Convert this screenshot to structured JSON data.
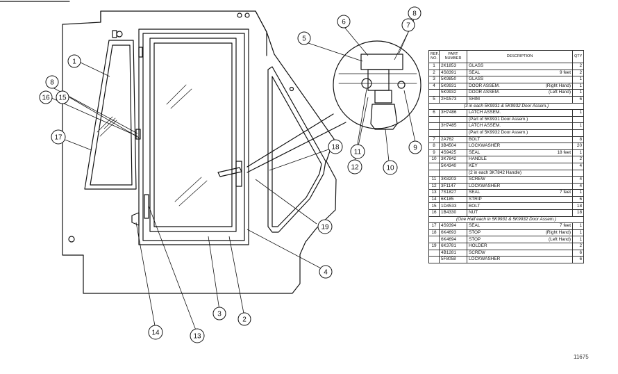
{
  "figure_code": "11675",
  "callouts": [
    "1",
    "2",
    "3",
    "4",
    "5",
    "6",
    "7",
    "8",
    "8",
    "9",
    "10",
    "11",
    "12",
    "13",
    "14",
    "15",
    "16",
    "17",
    "18",
    "19"
  ],
  "parts_table": {
    "headers": {
      "ref": "REF. NO.",
      "part": "PART NUMBER",
      "desc": "DESCRIPTION",
      "qty": "QTY"
    },
    "rows": [
      {
        "ref": "1",
        "part": "2K1853",
        "desc": "GLASS",
        "extra": "",
        "qty": "2"
      },
      {
        "ref": "2",
        "part": "4S8391",
        "desc": "SEAL",
        "extra": "9 feet",
        "qty": "2"
      },
      {
        "ref": "3",
        "part": "5K9850",
        "desc": "GLASS",
        "extra": "",
        "qty": "1"
      },
      {
        "ref": "4",
        "part": "5K9931",
        "desc": "DOOR ASSEM.",
        "extra": "(Right Hand)",
        "qty": "1"
      },
      {
        "ref": "",
        "part": "5K9932",
        "desc": "DOOR ASSEM.",
        "extra": "(Left Hand)",
        "qty": "1"
      },
      {
        "ref": "5",
        "part": "2H1573",
        "desc": "SHIM",
        "extra": "",
        "qty": "6"
      },
      {
        "note": "(3 in each 5K9931 & 5K9932 Door Assem.)"
      },
      {
        "ref": "6",
        "part": "3H7486",
        "desc": "LATCH ASSEM.",
        "extra": "",
        "qty": "1"
      },
      {
        "ref": "",
        "part": "",
        "desc": "(Part of 5K9931 Door Assem.)",
        "extra": "",
        "qty": ""
      },
      {
        "ref": "",
        "part": "3H7485",
        "desc": "LATCH ASSEM.",
        "extra": "",
        "qty": "1"
      },
      {
        "ref": "",
        "part": "",
        "desc": "(Part of 5K9932 Door Assem.)",
        "extra": "",
        "qty": ""
      },
      {
        "ref": "7",
        "part": "2A762",
        "desc": "BOLT",
        "extra": "",
        "qty": "8"
      },
      {
        "ref": "8",
        "part": "3B4504",
        "desc": "LOCKWASHER",
        "extra": "",
        "qty": "20"
      },
      {
        "ref": "9",
        "part": "4S9425",
        "desc": "SEAL",
        "extra": "18 feet",
        "qty": "1"
      },
      {
        "ref": "10",
        "part": "3K7842",
        "desc": "HANDLE",
        "extra": "",
        "qty": "2"
      },
      {
        "ref": "",
        "part": "5K4340",
        "desc": "KEY",
        "extra": "",
        "qty": "4"
      },
      {
        "ref": "",
        "part": "",
        "desc": "(2 in each 3K7842 Handle)",
        "extra": "",
        "qty": ""
      },
      {
        "ref": "11",
        "part": "3K8203",
        "desc": "SCREW",
        "extra": "",
        "qty": "4"
      },
      {
        "ref": "12",
        "part": "3F1147",
        "desc": "LOCKWASHER",
        "extra": "",
        "qty": "4"
      },
      {
        "ref": "13",
        "part": "7S1827",
        "desc": "SEAL",
        "extra": "7 feet",
        "qty": "1"
      },
      {
        "ref": "14",
        "part": "6K185",
        "desc": "STRIP",
        "extra": "",
        "qty": "6"
      },
      {
        "ref": "15",
        "part": "1D4533",
        "desc": "BOLT",
        "extra": "",
        "qty": "18"
      },
      {
        "ref": "16",
        "part": "1B4330",
        "desc": "NUT",
        "extra": "",
        "qty": "18"
      },
      {
        "note": "(One Half each in 5K9931 & 5K9932 Door Assem.)"
      },
      {
        "ref": "17",
        "part": "4S9394",
        "desc": "SEAL",
        "extra": "7 feet",
        "qty": "1"
      },
      {
        "ref": "18",
        "part": "6K4693",
        "desc": "STOP",
        "extra": "(Right Hand)",
        "qty": "1"
      },
      {
        "ref": "",
        "part": "6K4694",
        "desc": "STOP",
        "extra": "(Left Hand)",
        "qty": "1"
      },
      {
        "ref": "19",
        "part": "6K3781",
        "desc": "HOLDER",
        "extra": "",
        "qty": "2"
      },
      {
        "ref": "",
        "part": "4B1281",
        "desc": "SCREW",
        "extra": "",
        "qty": "6"
      },
      {
        "ref": "",
        "part": "5F8058",
        "desc": "LOCKWASHER",
        "extra": "",
        "qty": "6"
      }
    ]
  }
}
